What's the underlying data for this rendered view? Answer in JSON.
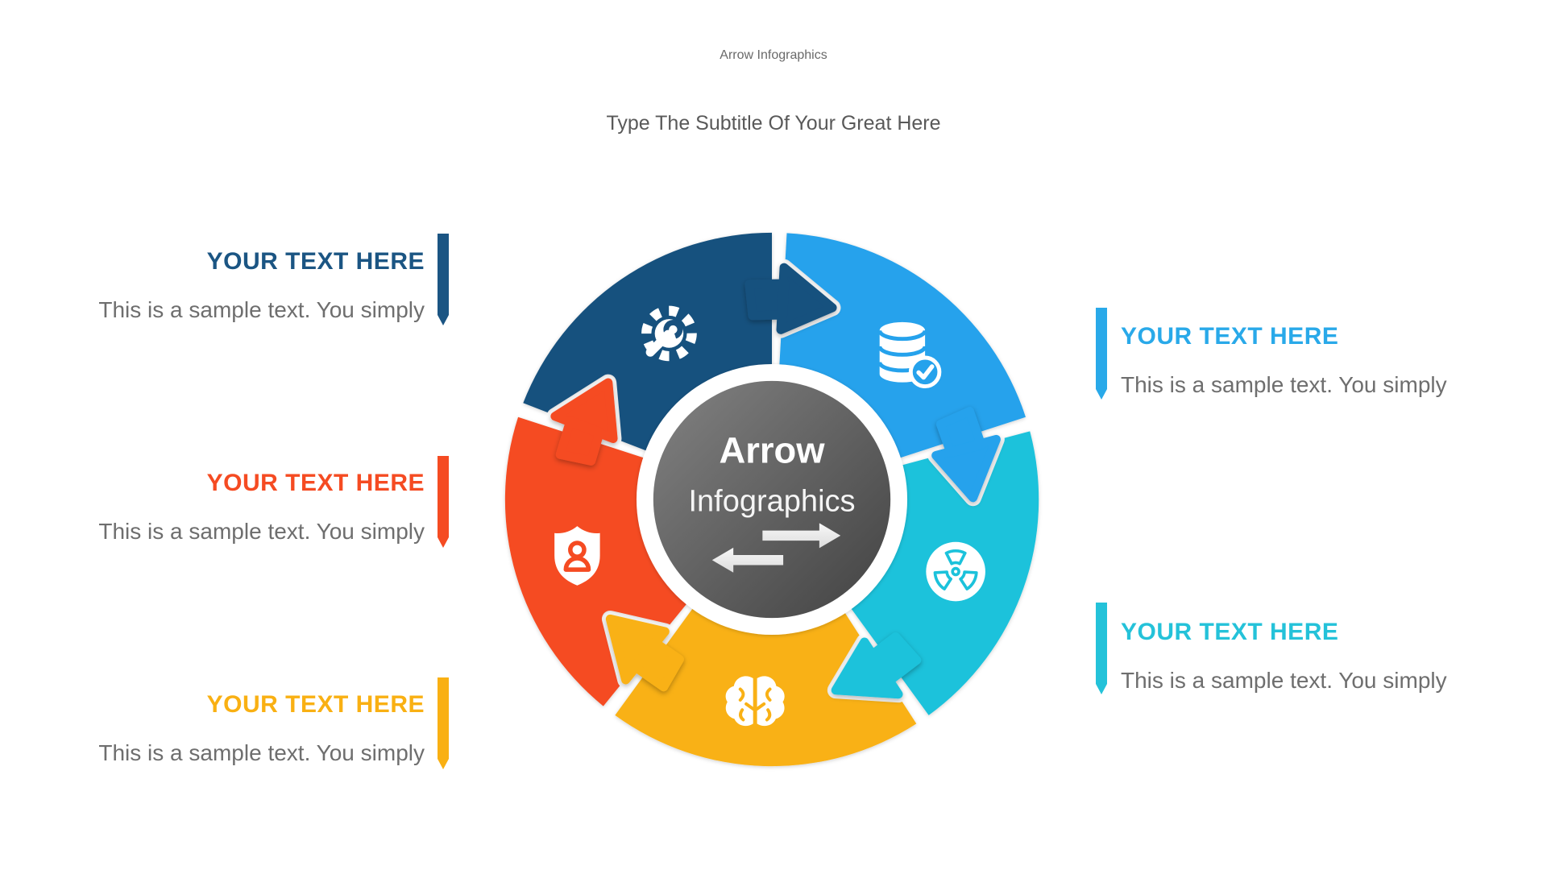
{
  "slide": {
    "title": "Arrow Infographics",
    "subtitle": "Type The Subtitle Of Your Great Here"
  },
  "hub": {
    "title": "Arrow",
    "subtitle": "Infographics",
    "gradient_from": "#828282",
    "gradient_to": "#424242",
    "arrows_color_from": "#F8F8F8",
    "arrows_color_to": "#DCDCDC"
  },
  "callouts": {
    "left": [
      {
        "heading": "YOUR TEXT HERE",
        "body": "This is a sample text. You simply",
        "color": "#1B5583"
      },
      {
        "heading": "YOUR TEXT HERE",
        "body": "This is a sample text. You simply",
        "color": "#F54B22"
      },
      {
        "heading": "YOUR TEXT HERE",
        "body": "This is a sample text. You simply",
        "color": "#F9B013"
      }
    ],
    "right": [
      {
        "heading": "YOUR TEXT HERE",
        "body": "This is a sample text. You simply",
        "color": "#29A9E9"
      },
      {
        "heading": "YOUR TEXT HERE",
        "body": "This is a sample text. You simply",
        "color": "#24C2D9"
      }
    ]
  },
  "wheel": {
    "segments": [
      {
        "name": "settings",
        "color": "#19517E",
        "icon": "gear-wrench-icon"
      },
      {
        "name": "database",
        "color": "#25A2EC",
        "icon": "database-check-icon"
      },
      {
        "name": "radiation",
        "color": "#1BC2DB",
        "icon": "radiation-icon"
      },
      {
        "name": "idea",
        "color": "#F9B115",
        "icon": "brain-icon"
      },
      {
        "name": "security",
        "color": "#F54B22",
        "icon": "shield-user-icon"
      }
    ]
  }
}
